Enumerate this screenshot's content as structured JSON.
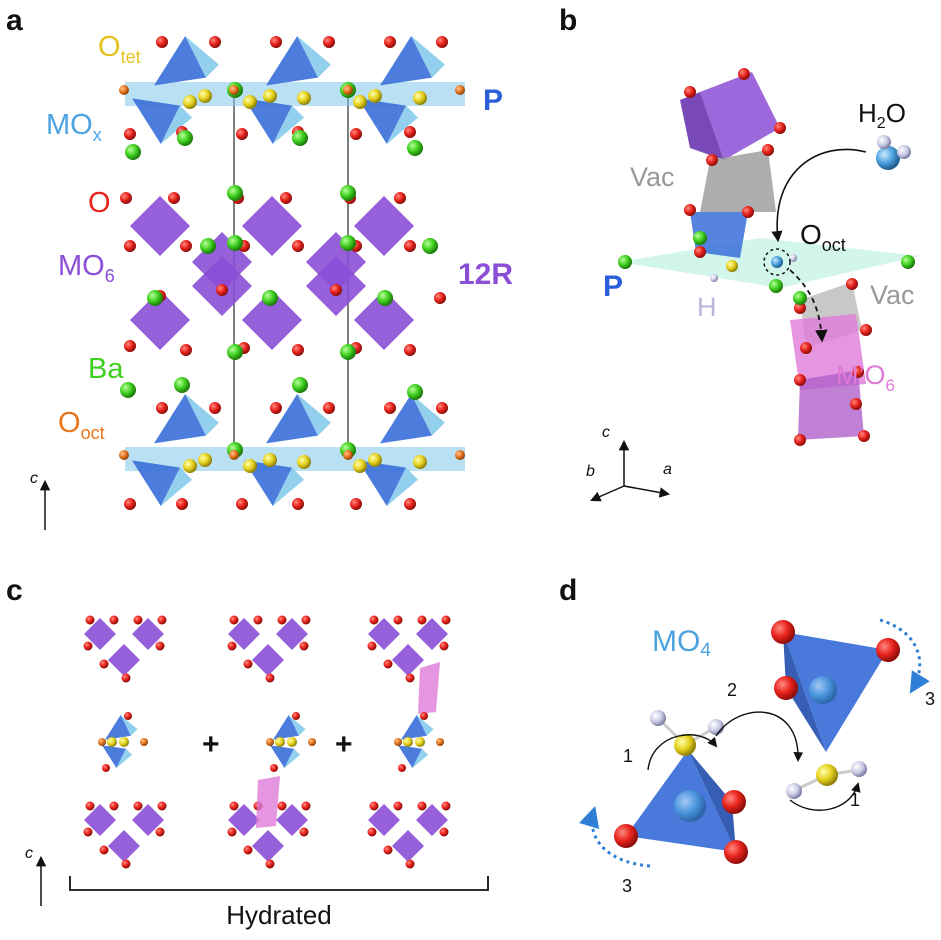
{
  "panels": {
    "a": {
      "letter": "a",
      "labels": {
        "o_tet": "O",
        "o_tet_sub": "tet",
        "mox": "MO",
        "mox_sub": "x",
        "o": "O",
        "mo6": "MO",
        "mo6_sub": "6",
        "ba": "Ba",
        "o_oct": "O",
        "o_oct_sub": "oct",
        "p": "P",
        "twelve_r": "12R",
        "axis_c": "c"
      }
    },
    "b": {
      "letter": "b",
      "labels": {
        "h2o": "H",
        "h2o_sub": "2",
        "h2o_end": "O",
        "vac_top": "Vac",
        "o_oct": "O",
        "o_oct_sub": "oct",
        "p": "P",
        "h": "H",
        "vac_right": "Vac",
        "m_o6": "M’O",
        "m_o6_sub": "6",
        "axis_c": "c",
        "axis_b": "b",
        "axis_a": "a"
      }
    },
    "c": {
      "letter": "c",
      "labels": {
        "plus_1": "+",
        "plus_2": "+",
        "axis_c": "c",
        "hydrated": "Hydrated"
      }
    },
    "d": {
      "letter": "d",
      "labels": {
        "mo4": "MO",
        "mo4_sub": "4",
        "step_1_left": "1",
        "step_2": "2",
        "step_3_right": "3",
        "step_1_right": "1",
        "step_3_left": "3"
      }
    }
  },
  "colors": {
    "oxygen": "#e8221c",
    "barium": "#3fcf1f",
    "o_tet": "#e6d21e",
    "o_oct": "#e8761c",
    "mox_tetra": "#3a6fd8",
    "mox_light": "#7fc8ea",
    "mo6_octa": "#8a4fd6",
    "m_o6_pink": "#e07ad8",
    "vac_gray": "#9a9a9a",
    "label_p": "#2b5fd9",
    "label_purple": "#8a4fd6",
    "label_blue": "#4da3e0",
    "hydrogen": "#c9c9e6",
    "arrow_blue": "#2f7fd6"
  },
  "icons": {
    "c_axis_arrow": "up-arrow-icon",
    "curved_arrow": "curved-arrow-icon",
    "dashed_arrow": "dashed-arrow-icon",
    "rotation_arrow": "dotted-rotation-arrow-icon"
  }
}
